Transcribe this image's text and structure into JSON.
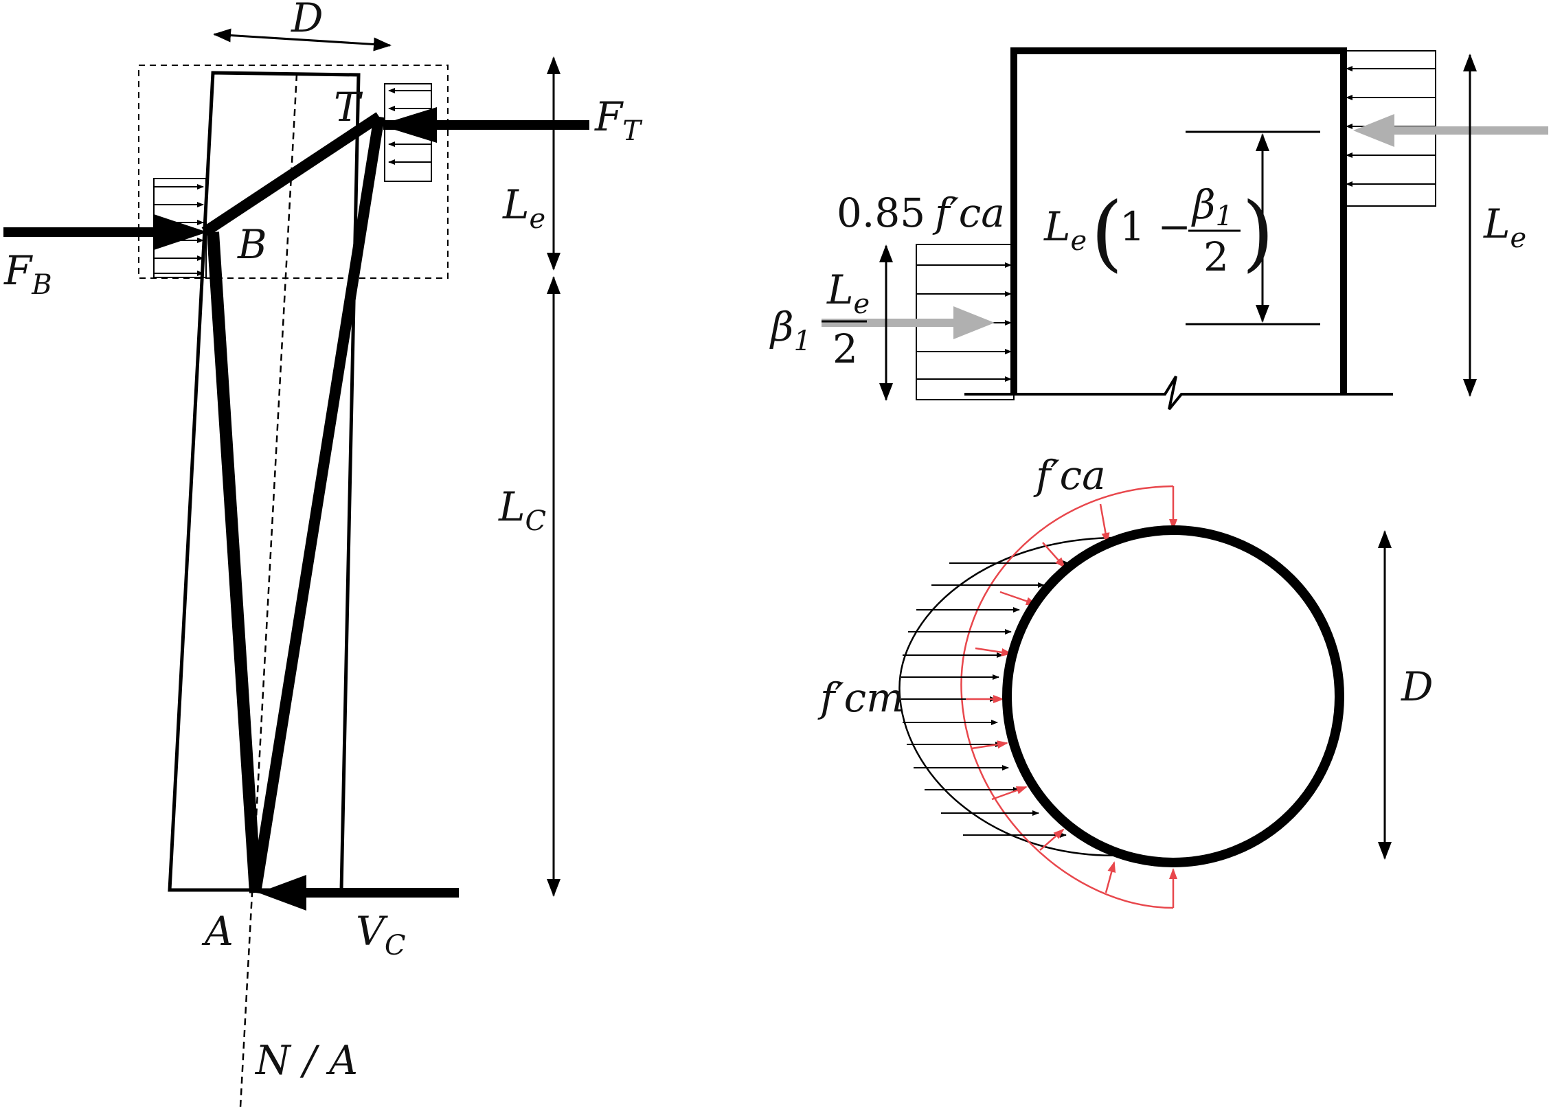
{
  "labels": {
    "D_top": "D",
    "T": "T",
    "F_T": "F",
    "F_T_sub": "T",
    "F_B": "F",
    "F_B_sub": "B",
    "B": "B",
    "A": "A",
    "V_C": "V",
    "V_C_sub": "C",
    "N_A": "N / A",
    "L_e_left": "L",
    "L_e_left_sub": "e",
    "L_C": "L",
    "L_C_sub": "C",
    "f085": "0.85",
    "f_ca_top": "f′",
    "f_ca_top_rest": "ca",
    "expr_L": "L",
    "expr_L_sub": "e",
    "expr_one": "1 −",
    "expr_beta": "β",
    "expr_beta_sub": "1",
    "expr_den": "2",
    "beta": "β",
    "beta_sub": "1",
    "le_num": "L",
    "le_num_sub": "e",
    "le_den": "2",
    "L_e_right": "L",
    "L_e_right_sub": "e",
    "f_ca_circle": "f′",
    "f_ca_circle_rest": "ca",
    "f_cm": "f′",
    "f_cm_rest": "cm",
    "D_right": "D"
  },
  "colors": {
    "stroke": "#000000",
    "confinement": "#e8474c",
    "resultant": "#b0b0b0"
  }
}
